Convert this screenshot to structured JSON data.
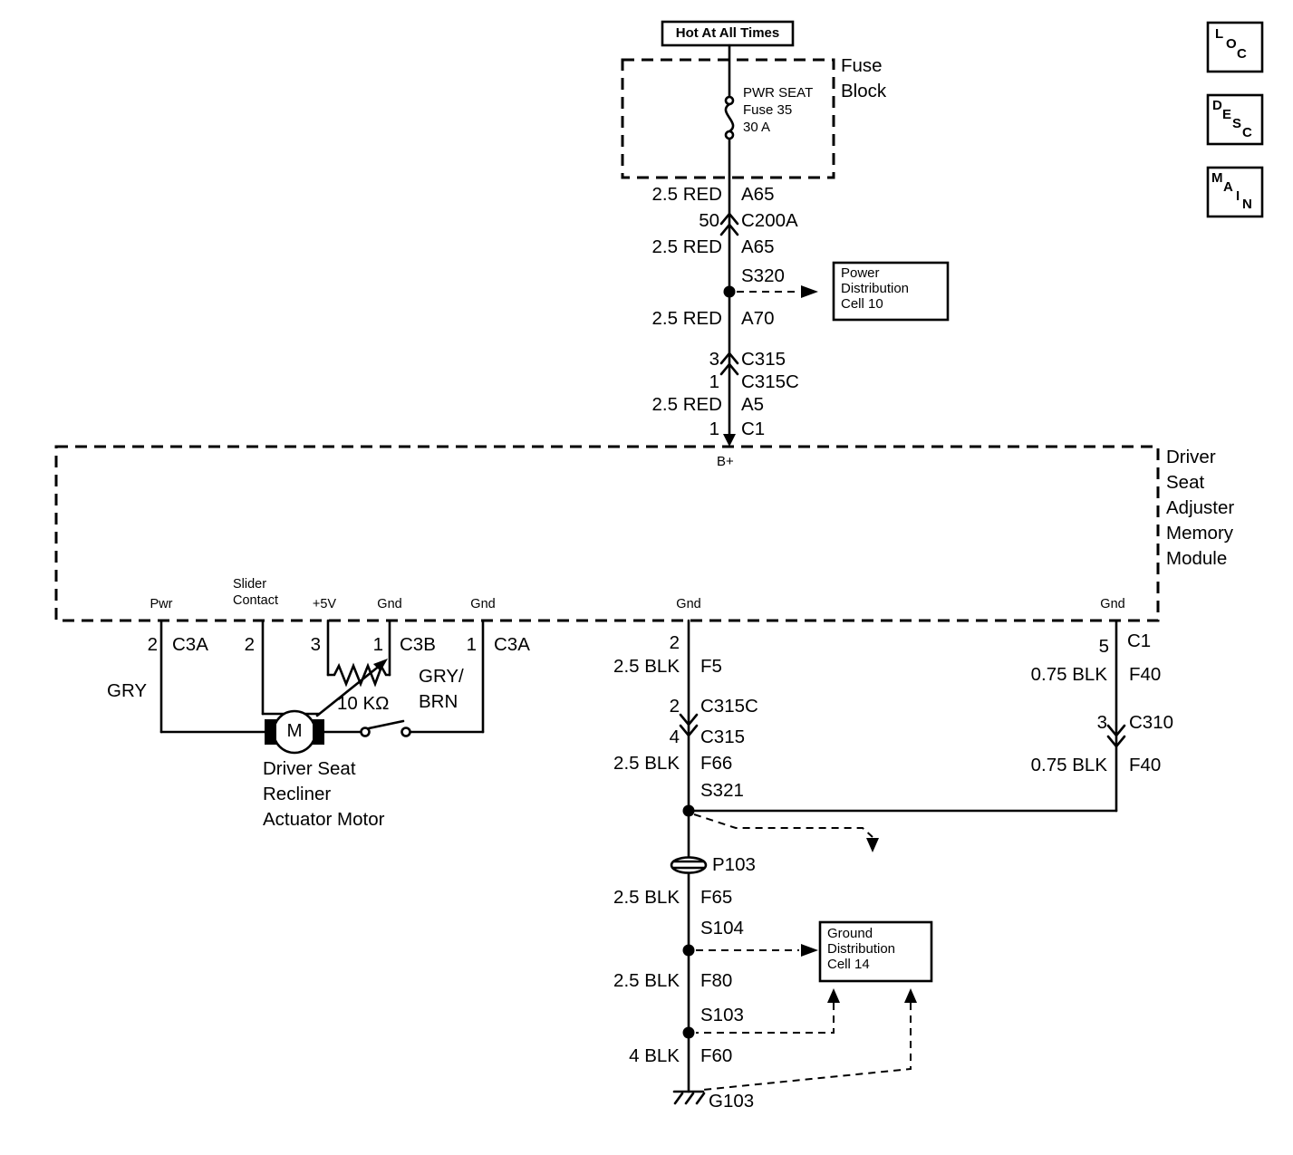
{
  "corner_tabs": {
    "loc": [
      "L",
      "O",
      "C"
    ],
    "desc": [
      "D",
      "E",
      "S",
      "C"
    ],
    "main": [
      "M",
      "A",
      "I",
      "N"
    ]
  },
  "power_feed": {
    "hot_label": "Hot At All Times",
    "fuse_block_line1": "Fuse",
    "fuse_block_line2": "Block",
    "fuse_text": [
      "PWR SEAT",
      "Fuse 35",
      "30 A"
    ],
    "power_dist_text": [
      "Power",
      "Distribution",
      "Cell 10"
    ],
    "rows": [
      {
        "l": "2.5 RED",
        "r": "A65"
      },
      {
        "l": "50",
        "r": "C200A"
      },
      {
        "l": "2.5 RED",
        "r": "A65"
      },
      {
        "r": "S320"
      },
      {
        "l": "2.5 RED",
        "r": "A70"
      },
      {
        "l": "3",
        "r": "C315"
      },
      {
        "l": "1",
        "r": "C315C"
      },
      {
        "l": "2.5 RED",
        "r": "A5"
      },
      {
        "l": "1",
        "r": "C1"
      }
    ]
  },
  "module": {
    "b_plus": "B+",
    "name_lines": [
      "Driver",
      "Seat",
      "Adjuster",
      "Memory",
      "Module"
    ],
    "pin_pwr": "Pwr",
    "pin_slider1": "Slider",
    "pin_slider2": "Contact",
    "pin_5v": "+5V",
    "pin_gnd": "Gnd"
  },
  "motor_circuit": {
    "pin_pwr_num": "2",
    "pin_pwr_conn": "C3A",
    "pin_slider_num": "2",
    "pin_5v_num": "3",
    "pin_gnd1_num": "1",
    "pin_gnd1_conn": "C3B",
    "pin_gnd2_num": "1",
    "pin_gnd2_conn": "C3A",
    "wire_gry": "GRY",
    "pot_value": "10 KΩ",
    "wire_grybrn1": "GRY/",
    "wire_grybrn2": "BRN",
    "motor_letter": "M",
    "name_lines": [
      "Driver Seat",
      "Recliner",
      "Actuator Motor"
    ]
  },
  "center_ground": {
    "pin_num": "2",
    "rows": [
      {
        "l": "2.5 BLK",
        "r": "F5"
      },
      {
        "l": "2",
        "r": "C315C"
      },
      {
        "l": "4",
        "r": "C315"
      },
      {
        "l": "2.5 BLK",
        "r": "F66"
      },
      {
        "r": "S321"
      },
      {
        "r": "P103"
      },
      {
        "l": "2.5 BLK",
        "r": "F65"
      },
      {
        "r": "S104"
      },
      {
        "l": "2.5 BLK",
        "r": "F80"
      },
      {
        "r": "S103"
      },
      {
        "l": "4 BLK",
        "r": "F60"
      },
      {
        "r": "G103"
      }
    ],
    "ground_dist_text": [
      "Ground",
      "Distribution",
      "Cell 14"
    ]
  },
  "right_ground": {
    "pin_num": "5",
    "pin_conn": "C1",
    "rows": [
      {
        "l": "0.75 BLK",
        "r": "F40"
      },
      {
        "l": "3",
        "r": "C310"
      },
      {
        "l": "0.75 BLK",
        "r": "F40"
      }
    ]
  }
}
